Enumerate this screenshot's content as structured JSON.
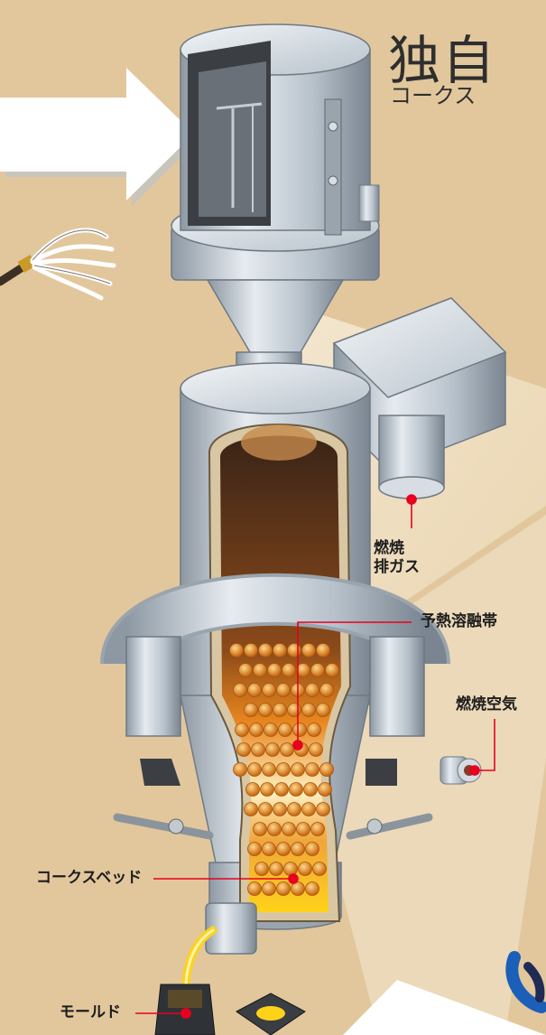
{
  "heading": {
    "title": "独自",
    "subtitle": "コークス"
  },
  "labels": {
    "exhaust_gas_line1": "燃焼",
    "exhaust_gas_line2": "排ガス",
    "preheat_melting_zone": "予熱溶融帯",
    "combustion_air": "燃焼空気",
    "coke_bed": "コークスベッド",
    "mold": "モールド"
  },
  "colors": {
    "background": "#e2c79d",
    "furnace_steel": "#b9c3cc",
    "leader_line": "#e8001e",
    "molten_metal": "#ffd21a",
    "coke": "#e39a2c"
  }
}
